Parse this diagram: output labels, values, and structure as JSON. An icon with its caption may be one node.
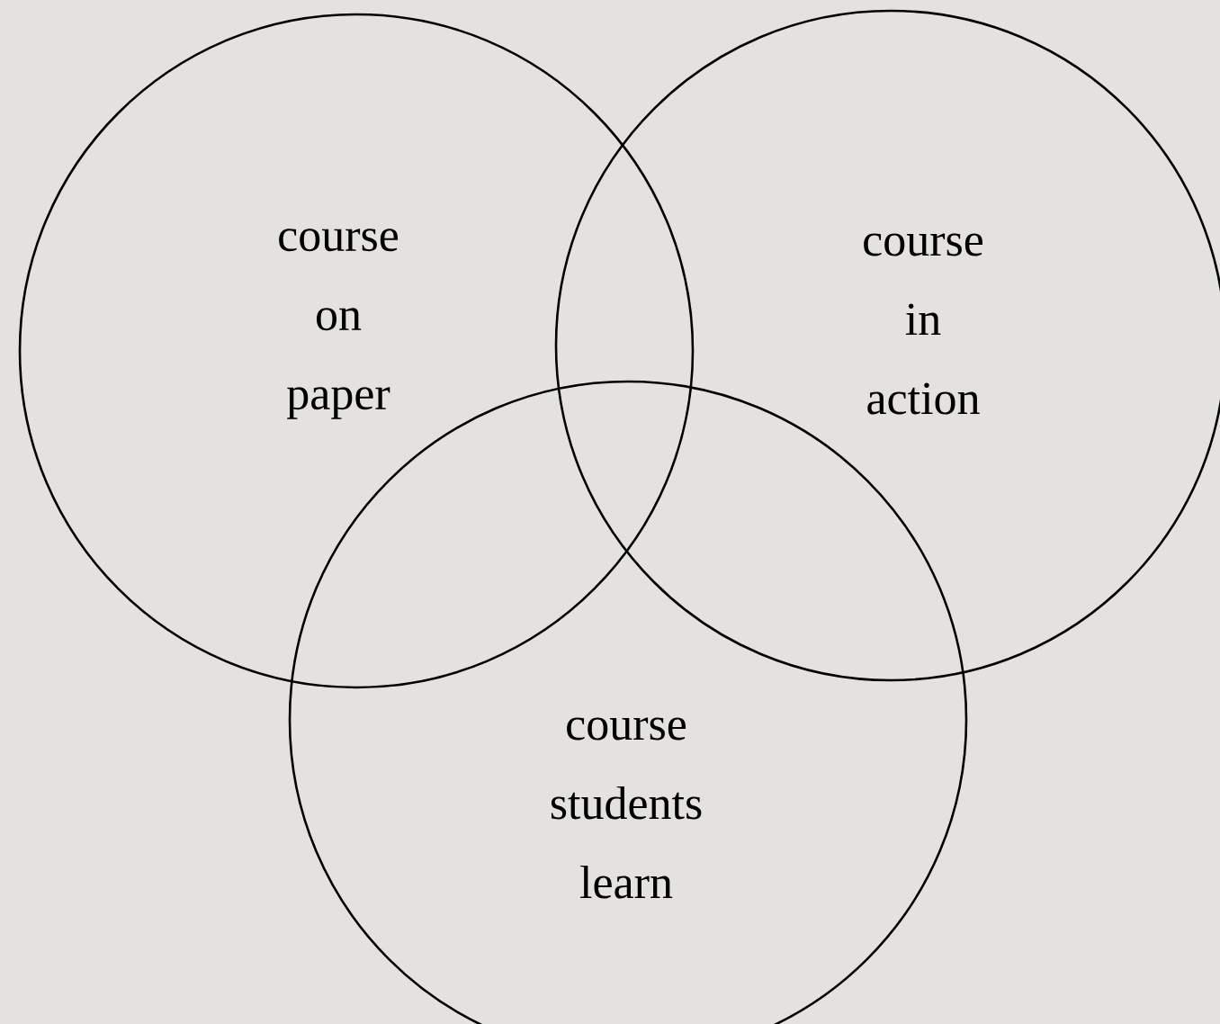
{
  "diagram": {
    "nodes": [
      {
        "text": [
          "course on paper"
        ]
      },
      {
        "text": [
          "course in action"
        ]
      },
      {
        "text": [
          "course students learn"
        ]
      }
    ]
  }
}
